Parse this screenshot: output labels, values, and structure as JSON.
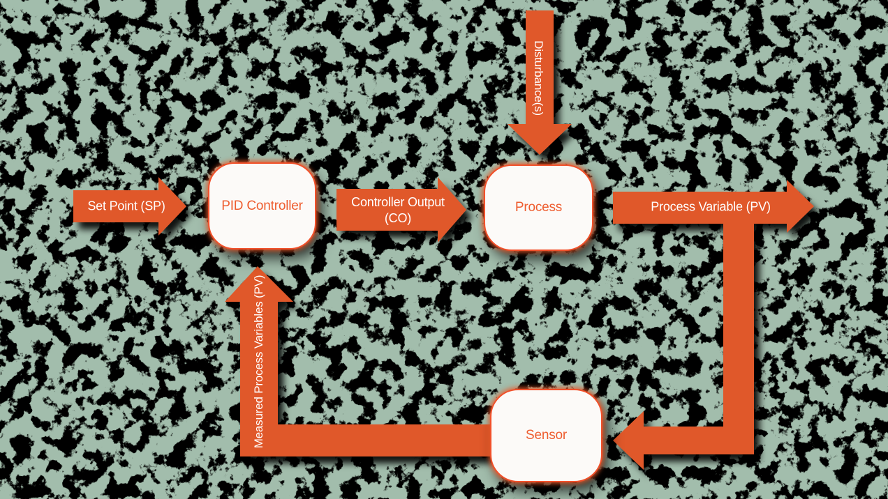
{
  "diagram": {
    "boxes": {
      "pid_controller": {
        "label": "PID Controller"
      },
      "process": {
        "label": "Process"
      },
      "sensor": {
        "label": "Sensor"
      }
    },
    "arrows": {
      "set_point": {
        "label": "Set Point (SP)",
        "direction": "right"
      },
      "controller_output": {
        "lines": [
          "Controller Output",
          "(CO)"
        ],
        "direction": "right"
      },
      "disturbance": {
        "label": "Disturbance(s)",
        "direction": "down"
      },
      "process_variable": {
        "label": "Process Variable (PV)",
        "direction": "right-then-down-then-left"
      },
      "measured_process_variables": {
        "label": "Measured Process Variables (PV)",
        "direction": "left-then-up"
      }
    },
    "colors": {
      "arrow_fill": "#E0592C",
      "box_border": "#F1502A",
      "box_fill": "#FCFAF8",
      "box_text": "#EE5D2F",
      "arrow_label_text": "#FFFFFF",
      "background_speckle_green": "#5C8169",
      "background_base": "#000000",
      "shadow": "#000000"
    }
  }
}
